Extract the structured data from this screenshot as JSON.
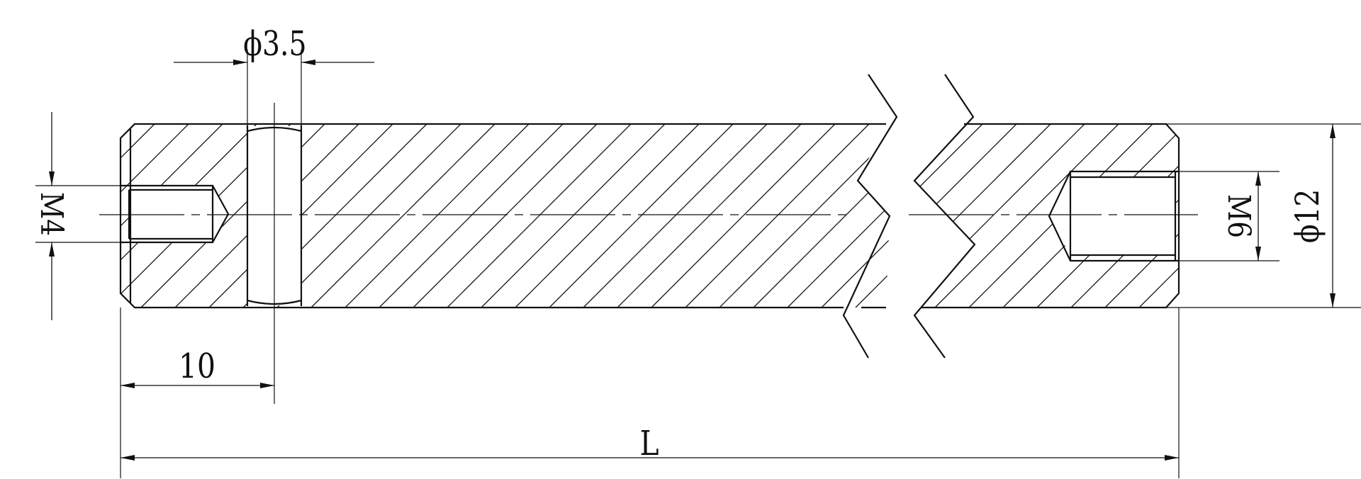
{
  "colors": {
    "line": "#111111",
    "background": "#ffffff"
  },
  "labels": {
    "hole_diameter": "ϕ3.5",
    "left_thread": "M4",
    "right_thread": "M6",
    "outer_diameter": "ϕ12",
    "hole_offset": "10",
    "length": "L"
  }
}
